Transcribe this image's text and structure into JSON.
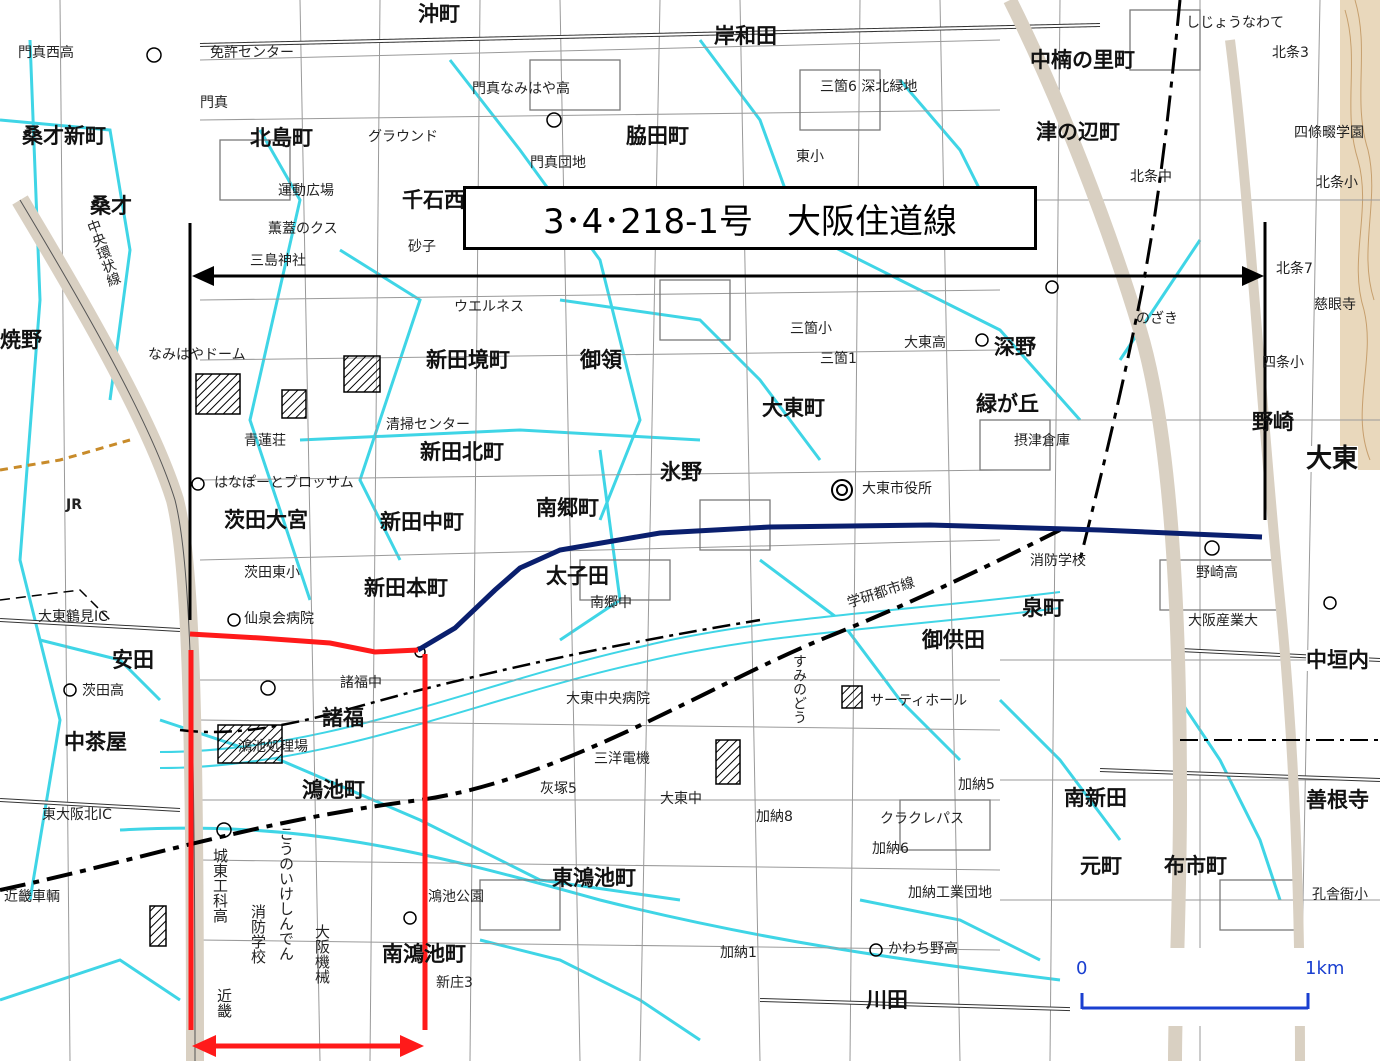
{
  "title": "3･4･218-1号　大阪住道線",
  "scale": {
    "zero": "0",
    "one": "1km"
  },
  "colors": {
    "route": "#0a1f6e",
    "section": "#ff1a1a",
    "water": "#3fd5e6",
    "rail": "#d9d0c2",
    "road": "#bfbfbf"
  },
  "places_big": [
    {
      "id": "kitajima",
      "text": "北島町"
    },
    {
      "id": "kuwasai-shinmachi",
      "text": "桑才新町"
    },
    {
      "id": "kuwasai",
      "text": "桑才"
    },
    {
      "id": "chitose",
      "text": "千石西"
    },
    {
      "id": "kishiwada",
      "text": "岸和田"
    },
    {
      "id": "wakita",
      "text": "脇田町"
    },
    {
      "id": "nakakusunosato",
      "text": "中楠の里町"
    },
    {
      "id": "tsunobe",
      "text": "津の辺町"
    },
    {
      "id": "shinden-sakai",
      "text": "新田境町"
    },
    {
      "id": "goryo",
      "text": "御領"
    },
    {
      "id": "fukano",
      "text": "深野"
    },
    {
      "id": "daito-cho",
      "text": "大東町"
    },
    {
      "id": "midorigaoka",
      "text": "緑が丘"
    },
    {
      "id": "nozaki",
      "text": "野崎"
    },
    {
      "id": "daito",
      "text": "大東"
    },
    {
      "id": "shinden-kita",
      "text": "新田北町"
    },
    {
      "id": "hino",
      "text": "氷野"
    },
    {
      "id": "nango",
      "text": "南郷町"
    },
    {
      "id": "ibarata-omiya",
      "text": "茨田大宮"
    },
    {
      "id": "shinden-naka",
      "text": "新田中町"
    },
    {
      "id": "shinden-hon",
      "text": "新田本町"
    },
    {
      "id": "taishiden",
      "text": "太子田"
    },
    {
      "id": "izumi",
      "text": "泉町"
    },
    {
      "id": "gokuden",
      "text": "御供田"
    },
    {
      "id": "yasuda",
      "text": "安田"
    },
    {
      "id": "morofuku",
      "text": "諸福"
    },
    {
      "id": "nakagaito",
      "text": "中垣内"
    },
    {
      "id": "nakachaya",
      "text": "中茶屋"
    },
    {
      "id": "konoike",
      "text": "鴻池町"
    },
    {
      "id": "minami-shinden",
      "text": "南新田"
    },
    {
      "id": "zenkonji",
      "text": "善根寺"
    },
    {
      "id": "higashi-konoike",
      "text": "東鴻池町"
    },
    {
      "id": "motomachi",
      "text": "元町"
    },
    {
      "id": "nunoichi",
      "text": "布市町"
    },
    {
      "id": "minami-konoike",
      "text": "南鴻池町"
    },
    {
      "id": "kawata",
      "text": "川田"
    },
    {
      "id": "oki",
      "text": "沖町"
    },
    {
      "id": "kuwano",
      "text": "焼野"
    }
  ],
  "places_small": [
    {
      "id": "kadoma-nishi",
      "text": "門真西高"
    },
    {
      "id": "menkyo",
      "text": "免許センター"
    },
    {
      "id": "kadoma-namihaya",
      "text": "門真なみはや高"
    },
    {
      "id": "kadoma",
      "text": "門真"
    },
    {
      "id": "ground",
      "text": "グラウンド"
    },
    {
      "id": "kadoma-danchi",
      "text": "門真団地"
    },
    {
      "id": "sanka-fukakita",
      "text": "三箇6 深北緑地"
    },
    {
      "id": "shijonawate",
      "text": "しじょうなわて"
    },
    {
      "id": "kitajo3",
      "text": "北条3"
    },
    {
      "id": "undo",
      "text": "運動広場"
    },
    {
      "id": "kusu",
      "text": "薫蓋のクス"
    },
    {
      "id": "sunago",
      "text": "砂子"
    },
    {
      "id": "higashi-sho",
      "text": "東小"
    },
    {
      "id": "shijo-gakuen",
      "text": "四條畷学園"
    },
    {
      "id": "kitajo-chu",
      "text": "北条中"
    },
    {
      "id": "kitajo-sho",
      "text": "北条小"
    },
    {
      "id": "mishima",
      "text": "三島神社"
    },
    {
      "id": "kitajo7",
      "text": "北条7"
    },
    {
      "id": "jigen",
      "text": "慈眼寺"
    },
    {
      "id": "wellness",
      "text": "ウエルネス"
    },
    {
      "id": "sanka-sho",
      "text": "三箇小"
    },
    {
      "id": "nozaki-h",
      "text": "のざき"
    },
    {
      "id": "daito-ko",
      "text": "大東高"
    },
    {
      "id": "namihaya-dome",
      "text": "なみはやドーム"
    },
    {
      "id": "sanka1",
      "text": "三箇1"
    },
    {
      "id": "shijo-sho",
      "text": "四条小"
    },
    {
      "id": "seiso",
      "text": "清掃センター"
    },
    {
      "id": "seirenso",
      "text": "青蓮荘"
    },
    {
      "id": "settsu",
      "text": "摂津倉庫"
    },
    {
      "id": "hanabo",
      "text": "はなぽーとブロッサム"
    },
    {
      "id": "shiyakusho",
      "text": "大東市役所"
    },
    {
      "id": "shobo",
      "text": "消防学校"
    },
    {
      "id": "nozaki-ko",
      "text": "野崎高"
    },
    {
      "id": "ibarata-higashi",
      "text": "茨田東小"
    },
    {
      "id": "gakken",
      "text": "学研都市線"
    },
    {
      "id": "tsurumi-ic",
      "text": "大東鶴見IC"
    },
    {
      "id": "senkai",
      "text": "仙泉会病院"
    },
    {
      "id": "nango-chu",
      "text": "南郷中"
    },
    {
      "id": "sangyo-dai",
      "text": "大阪産業大"
    },
    {
      "id": "morofuku-chu",
      "text": "諸福中"
    },
    {
      "id": "ibarata-ko",
      "text": "茨田高"
    },
    {
      "id": "sumi",
      "text": "すみのどう"
    },
    {
      "id": "chuo-byoin",
      "text": "大東中央病院"
    },
    {
      "id": "suntiai",
      "text": "サーティホール"
    },
    {
      "id": "shori",
      "text": "鴻池処理場"
    },
    {
      "id": "sanyo",
      "text": "三洋電機"
    },
    {
      "id": "haizuka",
      "text": "灰塚5"
    },
    {
      "id": "daito-higashi",
      "text": "大東中"
    },
    {
      "id": "kano5",
      "text": "加納5"
    },
    {
      "id": "higashiosaka-kita",
      "text": "東大阪北IC"
    },
    {
      "id": "kano8",
      "text": "加納8"
    },
    {
      "id": "kuraku",
      "text": "クラクレパス"
    },
    {
      "id": "kano6",
      "text": "加納6"
    },
    {
      "id": "konoike-koen",
      "text": "鴻池公園"
    },
    {
      "id": "kano-kogyo",
      "text": "加納工業団地"
    },
    {
      "id": "kano1",
      "text": "加納1"
    },
    {
      "id": "kawachi",
      "text": "かわち野高"
    },
    {
      "id": "shinjo",
      "text": "新庄3"
    },
    {
      "id": "shako",
      "text": "近畿車輌"
    },
    {
      "id": "chuo-kanjo",
      "text": "中央環状線"
    },
    {
      "id": "kosho",
      "text": "孔舎衙小"
    },
    {
      "id": "jr",
      "text": "JR"
    }
  ],
  "places_vertical": [
    {
      "id": "joto",
      "text": "城東工科高"
    },
    {
      "id": "konoike-shinden",
      "text": "こうのいけしんでん"
    },
    {
      "id": "shobo-gakko",
      "text": "消防学校"
    },
    {
      "id": "osaka-kikai",
      "text": "大阪機械"
    },
    {
      "id": "kinki",
      "text": "近畿"
    }
  ]
}
